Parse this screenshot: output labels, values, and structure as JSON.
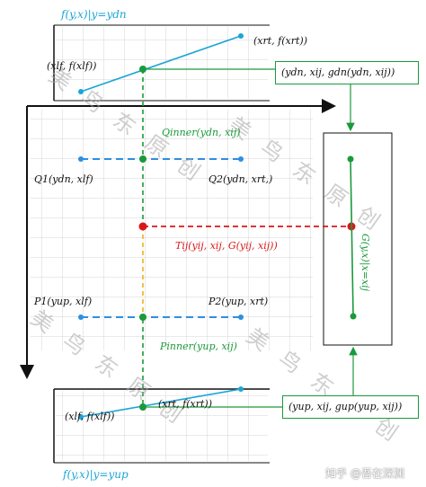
{
  "top_plot": {
    "title": "f(y,x)|y=ydn",
    "left_point": "(xlf, f(xlf))",
    "right_point": "(xrt, f(xrt))",
    "callout": "(ydn, xij, gdn(ydn, xij))"
  },
  "grid": {
    "q_inner": "Qinner(ydn, xij)",
    "q1": "Q1(ydn, xlf)",
    "q2": "Q2(ydn, xrt,)",
    "target": "Tij(yij, xij, G(yij, xij))",
    "p1": "P1(yup, xlf)",
    "p2": "P2(yup, xrt)",
    "p_inner": "Pinner(yup, xij)"
  },
  "right_plot": {
    "label": "G(y,x)|x=xij"
  },
  "bottom_plot": {
    "left_point": "(xlf, f(xlf))",
    "right_point": "(xrt, f(xrt))",
    "title": "f(y,x)|y=yup",
    "callout": "(yup, xij, gup(yup, xij))"
  },
  "watermark": {
    "text": "美 鸟 东 原 创",
    "credit": "知乎 @吾在深渊"
  },
  "colors": {
    "cyan": "#1aa6d6",
    "green": "#1a9a3a",
    "red": "#d81818",
    "orange": "#f0b020",
    "blue_dash": "#2e8ee0"
  }
}
